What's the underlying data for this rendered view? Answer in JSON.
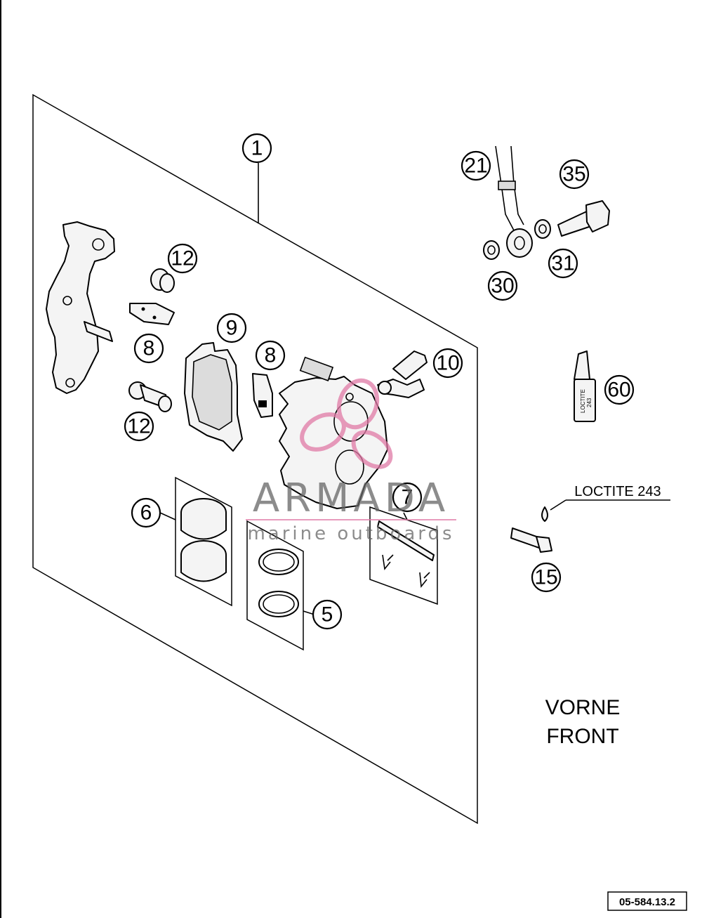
{
  "callouts": [
    {
      "id": "c1",
      "label": "1"
    },
    {
      "id": "c5",
      "label": "5"
    },
    {
      "id": "c6",
      "label": "6"
    },
    {
      "id": "c7",
      "label": "7"
    },
    {
      "id": "c8a",
      "label": "8"
    },
    {
      "id": "c8b",
      "label": "8"
    },
    {
      "id": "c9",
      "label": "9"
    },
    {
      "id": "c10",
      "label": "10"
    },
    {
      "id": "c12a",
      "label": "12"
    },
    {
      "id": "c12b",
      "label": "12"
    },
    {
      "id": "c15",
      "label": "15"
    },
    {
      "id": "c21",
      "label": "21"
    },
    {
      "id": "c30",
      "label": "30"
    },
    {
      "id": "c31",
      "label": "31"
    },
    {
      "id": "c35",
      "label": "35"
    },
    {
      "id": "c60",
      "label": "60"
    }
  ],
  "loctite_label": "LOCTITE 243",
  "tube_text_1": "LOCTITE",
  "tube_text_2": "243",
  "orientation": {
    "line1": "VORNE",
    "line2": "FRONT"
  },
  "drawing_number": "05-584.13.2",
  "watermark": {
    "brand": "ARMADA",
    "tagline": "marine outboards",
    "color": "#e07aa6"
  }
}
